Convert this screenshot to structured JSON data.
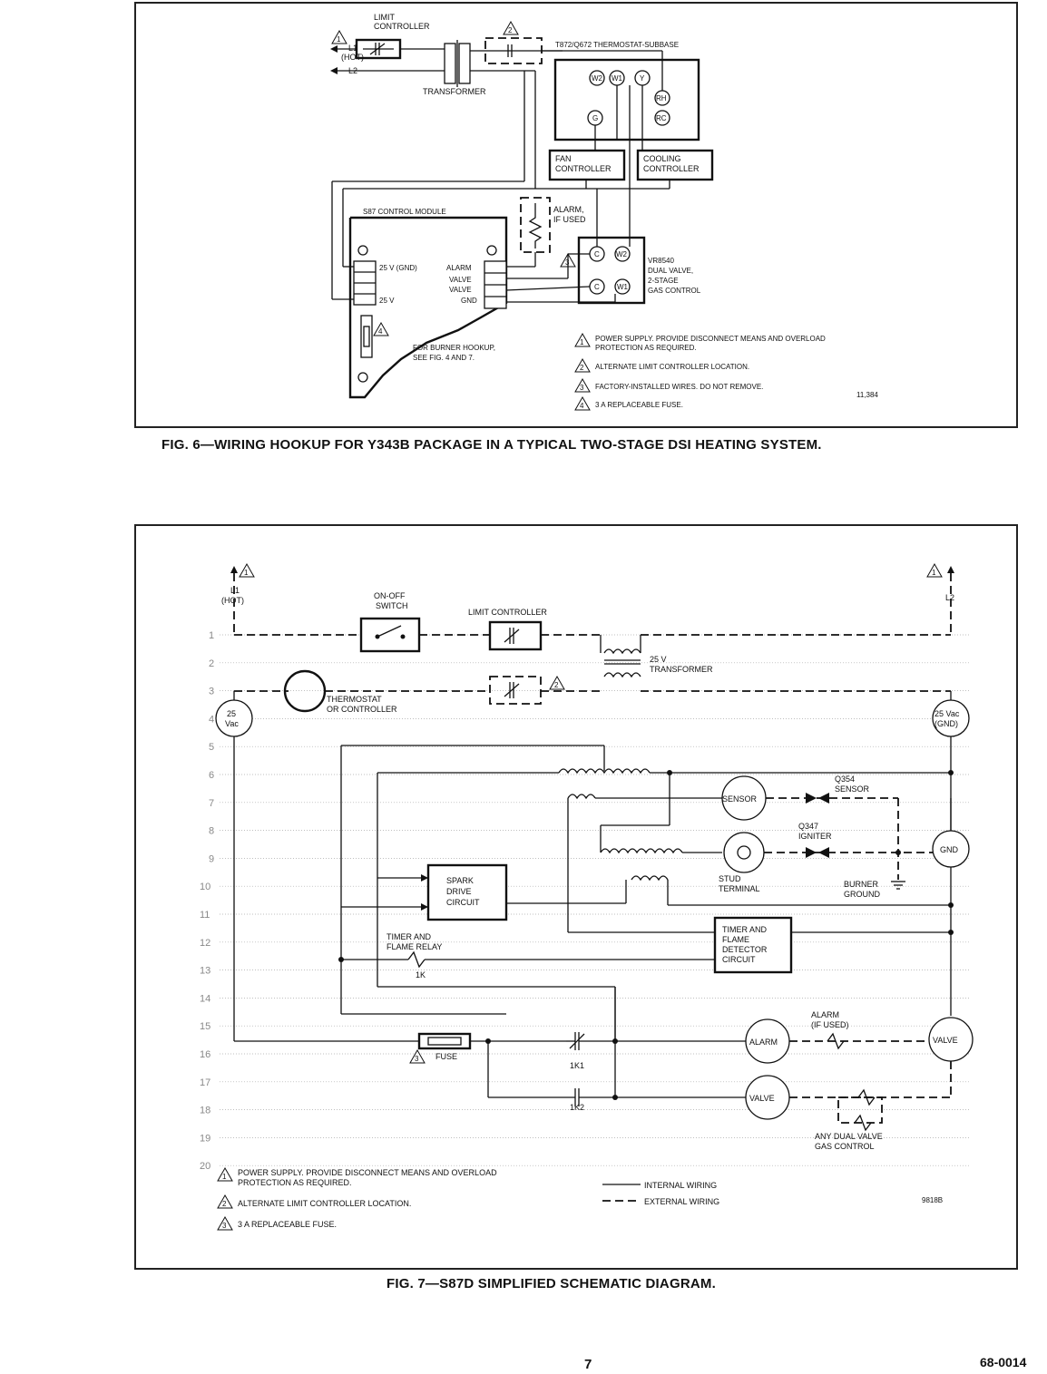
{
  "fig6": {
    "caption": "FIG. 6—WIRING HOOKUP FOR Y343B PACKAGE IN A TYPICAL TWO-STAGE DSI HEATING SYSTEM.",
    "labels": {
      "limit_controller": [
        "LIMIT",
        "CONTROLLER"
      ],
      "l1": "L1",
      "hot": "(HOT)",
      "l2": "L2",
      "transformer": "TRANSFORMER",
      "thermostat_subbase": "T872/Q672 THERMOSTAT-SUBBASE",
      "fan_controller": [
        "FAN",
        "CONTROLLER"
      ],
      "cooling_controller": [
        "COOLING",
        "CONTROLLER"
      ],
      "s87_module": "S87 CONTROL MODULE",
      "alarm_if_used": [
        "ALARM,",
        "IF USED"
      ],
      "vr8540": [
        "VR8540",
        "DUAL VALVE,",
        "2-STAGE",
        "GAS CONTROL"
      ],
      "burner_hookup": [
        "FOR BURNER HOOKUP,",
        "SEE FIG. 4 AND 7."
      ],
      "terminals_left": [
        "25 V (GND)",
        "25 V"
      ],
      "terminals_right": [
        "ALARM",
        "VALVE",
        "VALVE",
        "GND"
      ],
      "thermostat_terminals": [
        "W2",
        "W1",
        "Y",
        "RH",
        "RC",
        "G"
      ],
      "valve_terminals": [
        "C",
        "W2",
        "C",
        "W1"
      ],
      "drawing_no": "11,384"
    },
    "notes": [
      {
        "n": "1",
        "text": [
          "POWER SUPPLY. PROVIDE DISCONNECT MEANS AND OVERLOAD",
          "PROTECTION AS REQUIRED."
        ]
      },
      {
        "n": "2",
        "text": [
          "ALTERNATE LIMIT CONTROLLER LOCATION."
        ]
      },
      {
        "n": "3",
        "text": [
          "FACTORY-INSTALLED WIRES. DO NOT REMOVE."
        ]
      },
      {
        "n": "4",
        "text": [
          "3 A REPLACEABLE FUSE."
        ]
      }
    ]
  },
  "fig7": {
    "caption": "FIG. 7—S87D SIMPLIFIED SCHEMATIC DIAGRAM.",
    "labels": {
      "l1": "L1",
      "hot": "(HOT)",
      "l2": "L2",
      "on_off_switch": [
        "ON-OFF",
        "SWITCH"
      ],
      "limit_controller": "LIMIT CONTROLLER",
      "transformer": [
        "25 V",
        "TRANSFORMER"
      ],
      "thermostat": [
        "THERMOSTAT",
        "OR CONTROLLER"
      ],
      "vac_left": [
        "25",
        "Vac"
      ],
      "vac_right": [
        "25 Vac",
        "(GND)"
      ],
      "q354": [
        "Q354",
        "SENSOR"
      ],
      "q347": [
        "Q347",
        "IGNITER"
      ],
      "sensor": "SENSOR",
      "stud_terminal": [
        "STUD",
        "TERMINAL"
      ],
      "gnd": "GND",
      "burner_ground": [
        "BURNER",
        "GROUND"
      ],
      "spark_drive": [
        "SPARK",
        "DRIVE",
        "CIRCUIT"
      ],
      "timer_flame": [
        "TIMER AND",
        "FLAME",
        "DETECTOR",
        "CIRCUIT"
      ],
      "timer_relay": [
        "TIMER AND",
        "FLAME RELAY"
      ],
      "relay_1k": "1K",
      "fuse": "FUSE",
      "contact_1k1": "1K1",
      "contact_1k2": "1K2",
      "alarm": "ALARM",
      "alarm_if_used": [
        "ALARM",
        "(IF USED)"
      ],
      "valve": "VALVE",
      "any_dual_valve": [
        "ANY DUAL VALVE",
        "GAS CONTROL"
      ],
      "internal_wiring": "INTERNAL WIRING",
      "external_wiring": "EXTERNAL WIRING",
      "drawing_no": "9818B"
    },
    "row_numbers": [
      "1",
      "2",
      "3",
      "4",
      "5",
      "6",
      "7",
      "8",
      "9",
      "10",
      "11",
      "12",
      "13",
      "14",
      "15",
      "16",
      "17",
      "18",
      "19",
      "20"
    ],
    "notes": [
      {
        "n": "1",
        "text": [
          "POWER SUPPLY. PROVIDE DISCONNECT MEANS AND OVERLOAD",
          "PROTECTION AS REQUIRED."
        ]
      },
      {
        "n": "2",
        "text": [
          "ALTERNATE LIMIT CONTROLLER LOCATION."
        ]
      },
      {
        "n": "3",
        "text": [
          "3 A REPLACEABLE FUSE."
        ]
      }
    ]
  },
  "page": {
    "number": "7",
    "doc_number": "68-0014"
  }
}
